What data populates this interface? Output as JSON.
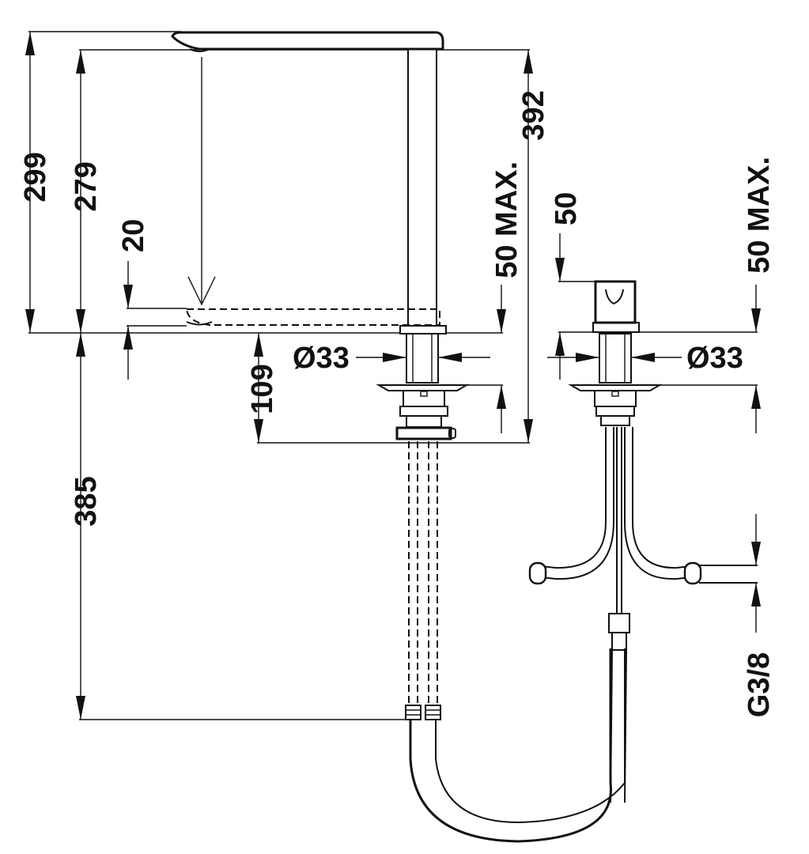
{
  "dimensions": {
    "d299": "299",
    "d279": "279",
    "d20": "20",
    "d385": "385",
    "d109": "109",
    "d33_left": "Ø33",
    "d50max_left": "50 MAX.",
    "d392": "392",
    "d50": "50",
    "d50max_right": "50 MAX.",
    "d33_right": "Ø33",
    "g38": "G3/8"
  }
}
